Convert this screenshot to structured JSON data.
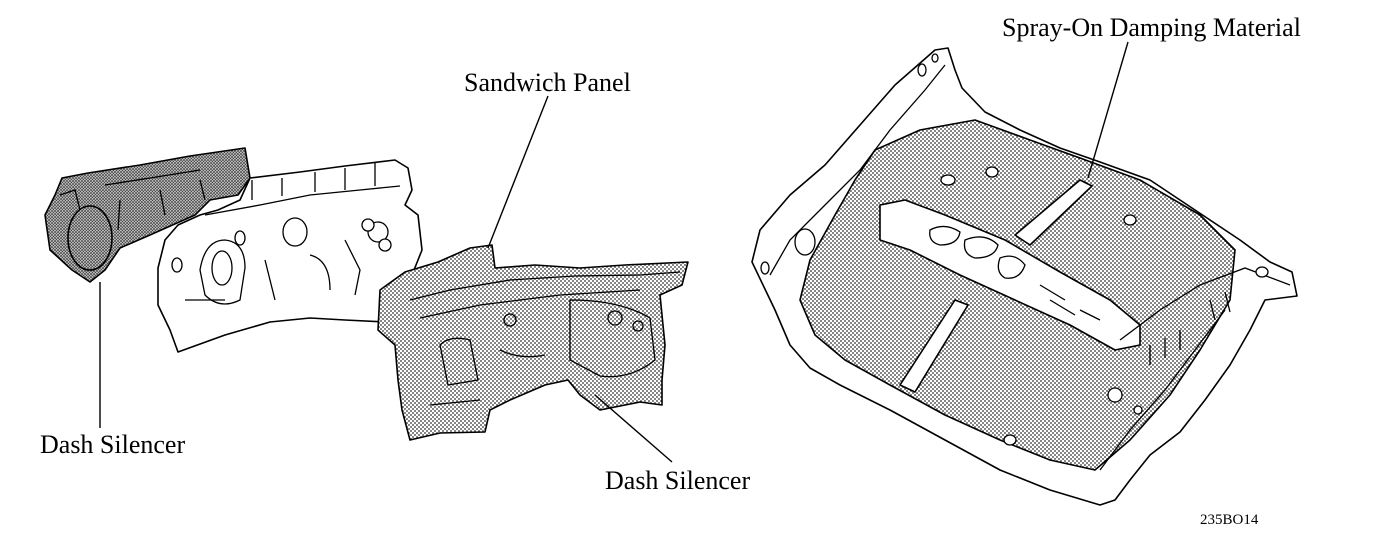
{
  "labels": {
    "sandwich_panel": "Sandwich Panel",
    "dash_silencer_left": "Dash Silencer",
    "dash_silencer_right": "Dash Silencer",
    "spray_on_damping": "Spray-On Damping Material"
  },
  "figure_code": "235BO14",
  "colors": {
    "line": "#000000",
    "background": "#ffffff",
    "dot_fill": "#9a9a9a"
  }
}
